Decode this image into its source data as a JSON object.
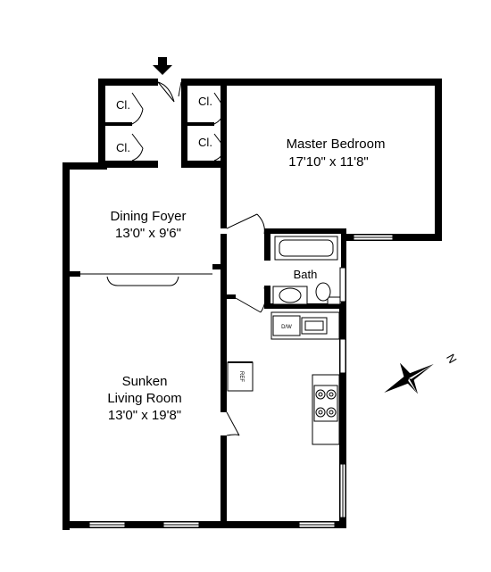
{
  "rooms": {
    "master_bedroom": {
      "name": "Master Bedroom",
      "size": "17'10\" x 11'8\""
    },
    "dining_foyer": {
      "name": "Dining Foyer",
      "size": "13'0\" x 9'6\""
    },
    "living_room": {
      "name_line1": "Sunken",
      "name_line2": "Living Room",
      "size": "13'0\" x 19'8\""
    },
    "bath": {
      "name": "Bath"
    }
  },
  "closets": [
    "Cl.",
    "Cl.",
    "Cl.",
    "Cl."
  ],
  "appliances": {
    "dishwasher": "D/W",
    "refrigerator": "REF"
  },
  "compass": {
    "north_label": "N"
  },
  "colors": {
    "wall": "#000000",
    "background": "#ffffff"
  }
}
